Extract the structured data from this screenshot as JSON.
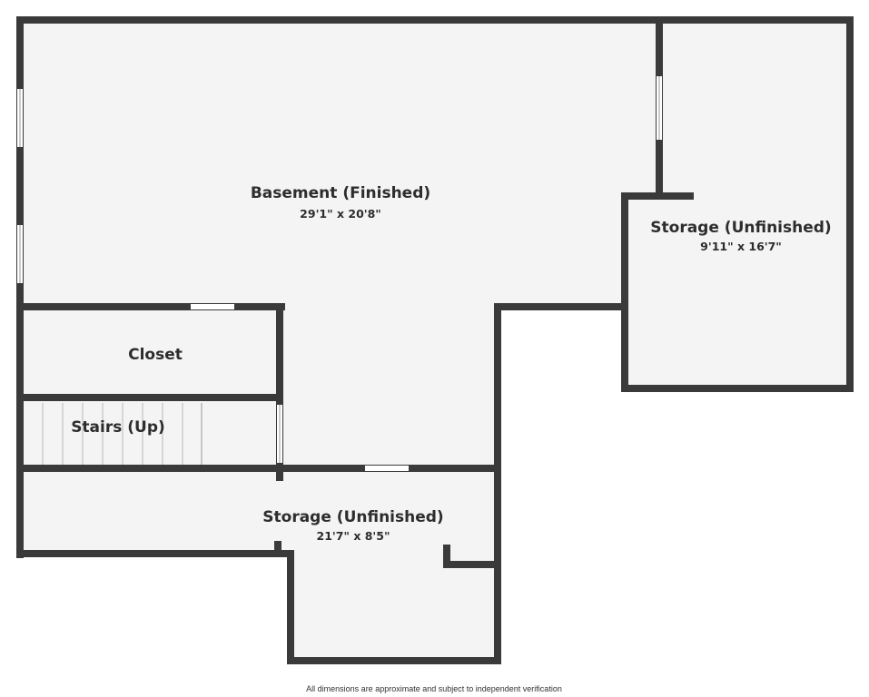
{
  "colors": {
    "wall": "#3a3a3a",
    "floor": "#f4f4f4",
    "opening": "#ffffff",
    "text": "#2d2d2d"
  },
  "rooms": {
    "basement": {
      "name": "Basement (Finished)",
      "dimensions": "29'1\" x 20'8\""
    },
    "storage_right": {
      "name": "Storage (Unfinished)",
      "dimensions": "9'11\" x 16'7\""
    },
    "closet": {
      "name": "Closet"
    },
    "stairs": {
      "name": "Stairs (Up)"
    },
    "storage_bottom": {
      "name": "Storage (Unfinished)",
      "dimensions": "21'7\" x 8'5\""
    }
  },
  "footer": {
    "disclaimer": "All dimensions are approximate and subject to independent verification"
  }
}
